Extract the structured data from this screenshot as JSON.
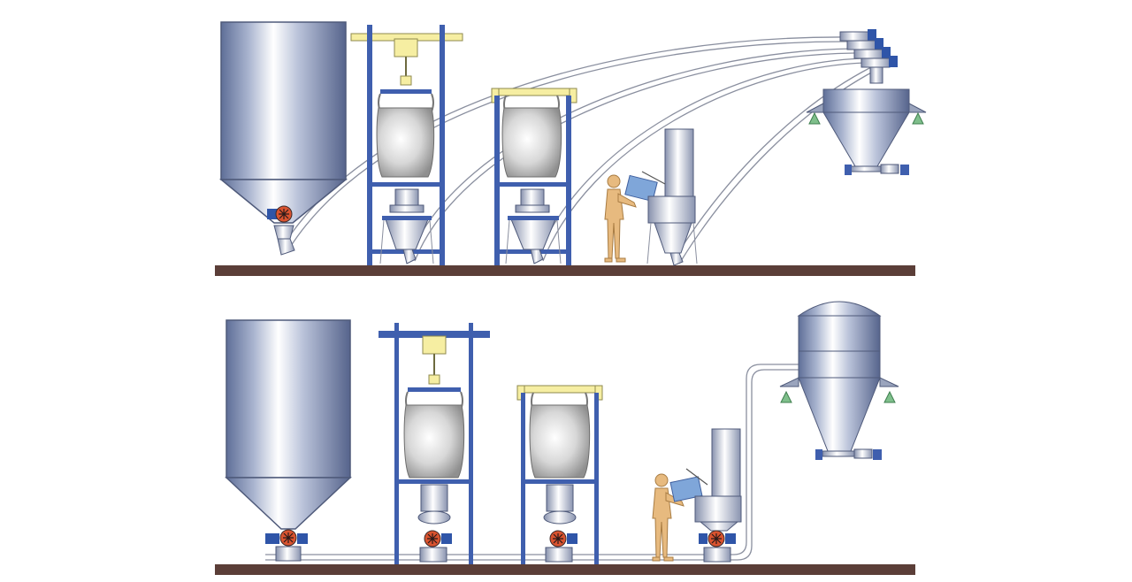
{
  "diagram": {
    "panels": [
      {
        "id": "top",
        "conveying": "individual-lines-to-single-receiver",
        "sources": [
          "bulk-silo",
          "bulk-bag-unloader-hoist",
          "bulk-bag-unloader-frame",
          "bag-dump-station"
        ],
        "destination": "receiver-hopper-with-multiple-inlets"
      },
      {
        "id": "bottom",
        "conveying": "common-line-with-rotary-valves",
        "sources": [
          "bulk-silo",
          "bulk-bag-unloader-hoist",
          "bulk-bag-unloader-frame",
          "bag-dump-station"
        ],
        "destination": "filter-receiver-vessel"
      }
    ],
    "icons": [
      "silo-icon",
      "bulk-bag-icon",
      "rotary-valve-icon",
      "operator-icon",
      "hoist-icon",
      "receiver-icon"
    ],
    "colors": {
      "frame": "#3f5fae",
      "floor": "#5b3e38",
      "hoist": "#f6eea2",
      "valve": "#d9532f",
      "operator": "#e7ba7f",
      "support": "#7fbf8b",
      "bag_box": "#7fa6d9"
    }
  }
}
